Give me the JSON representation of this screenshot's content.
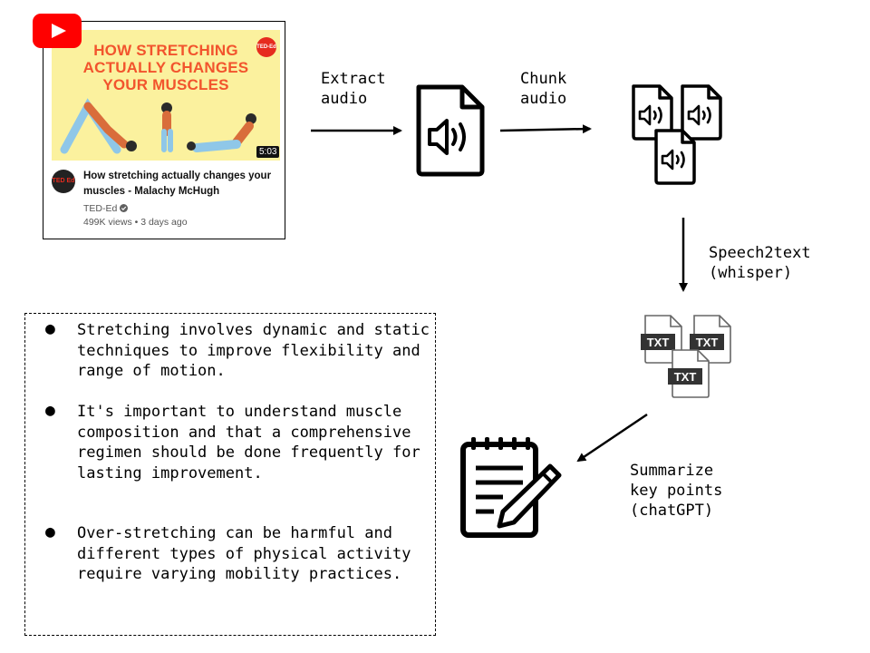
{
  "video_card": {
    "thumbnail_title_lines": [
      "HOW STRETCHING",
      "ACTUALLY CHANGES",
      "YOUR MUSCLES"
    ],
    "badge": "TED-Ed",
    "duration": "5:03",
    "avatar_text": "TED Ed",
    "title": "How stretching actually changes your muscles - Malachy McHugh",
    "channel": "TED-Ed",
    "stats": "499K views • 3 days ago"
  },
  "steps": {
    "extract": "Extract\naudio",
    "chunk": "Chunk\naudio",
    "speech": "Speech2text\n(whisper)",
    "summarize": "Summarize\nkey points\n(chatGPT)"
  },
  "file_label": "TXT",
  "summary": {
    "bullets": [
      "Stretching involves dynamic and static techniques to improve flexibility and range of motion.",
      "It's important to understand muscle composition and that a comprehensive regimen should be done frequently for lasting improvement.",
      "Over-stretching can be harmful and different types of physical activity require varying mobility practices."
    ]
  },
  "colors": {
    "youtube_red": "#ff0000",
    "thumb_bg": "#fbf19e",
    "thumb_title": "#f2542d"
  }
}
